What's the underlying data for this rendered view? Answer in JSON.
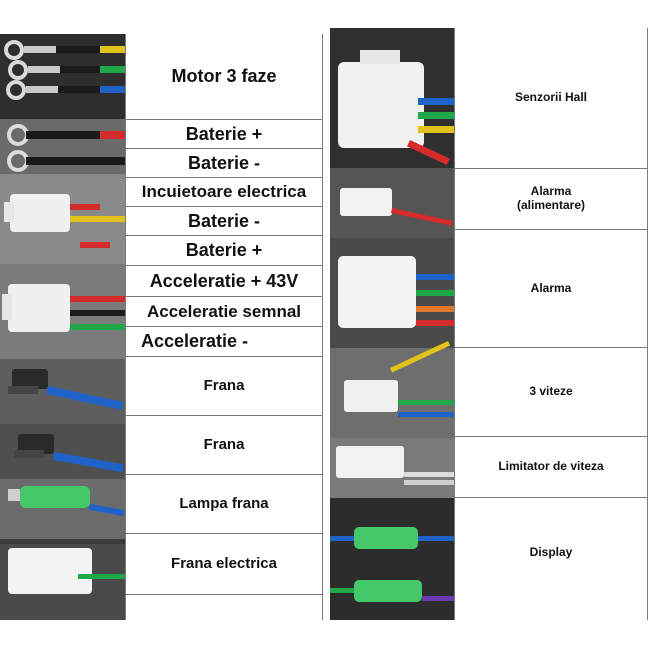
{
  "left_table": {
    "rows": [
      "Motor 3 faze",
      "Baterie +",
      "Baterie -",
      "Incuietoare electrica",
      "Baterie -",
      "Baterie +",
      "Acceleratie + 43V",
      "Acceleratie semnal",
      "Acceleratie -",
      "Frana",
      "Frana",
      "Lampa frana",
      "Frana electrica"
    ]
  },
  "right_table": {
    "rows": [
      "Senzorii Hall",
      "Alarma\n(alimentare)",
      "Alarma",
      "3 viteze",
      "Limitator de viteza",
      "Display"
    ]
  },
  "colors": {
    "wire_yellow": "#e2c21b",
    "wire_green": "#1fa84a",
    "wire_blue": "#1f63c8",
    "wire_red": "#d52b2b",
    "wire_black": "#1a1a1a",
    "wire_orange": "#e0782a",
    "wire_purple": "#6a3bb5",
    "connector_white": "#efefef",
    "sleeve_green": "#45c86a"
  }
}
